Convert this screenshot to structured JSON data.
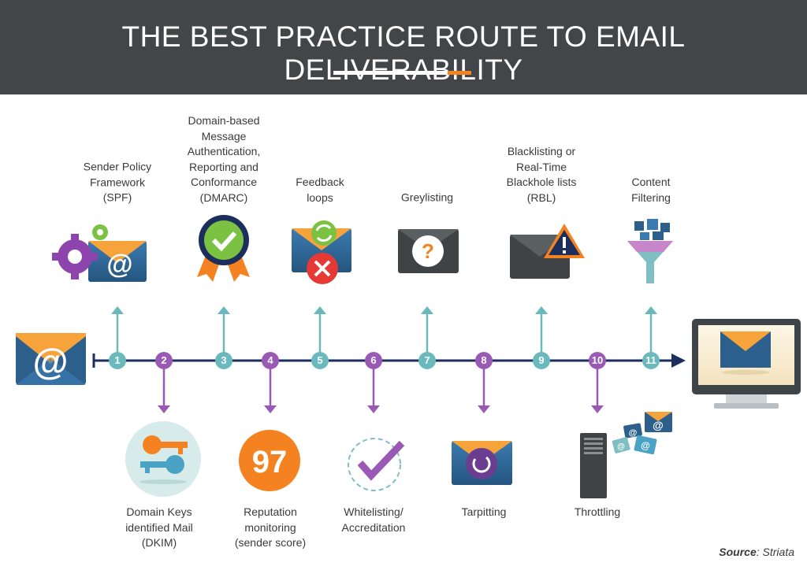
{
  "header": {
    "title": "THE BEST PRACTICE ROUTE TO EMAIL DELIVERABILITY"
  },
  "colors": {
    "header_bg": "#434649",
    "accent": "#f58220",
    "timeline": "#1c2e5c",
    "teal": "#69b9bd",
    "purple": "#9b59b6"
  },
  "steps": [
    {
      "num": "1",
      "label": "Sender Policy\nFramework\n(SPF)",
      "position": "top",
      "icon": "gears-email-icon"
    },
    {
      "num": "2",
      "label": "Domain Keys\nidentified Mail\n(DKIM)",
      "position": "bottom",
      "icon": "keys-icon"
    },
    {
      "num": "3",
      "label": "Domain-based\nMessage\nAuthentication,\nReporting and\nConformance\n(DMARC)",
      "position": "top",
      "icon": "badge-check-icon"
    },
    {
      "num": "4",
      "label": "Reputation\nmonitoring\n(sender score)",
      "position": "bottom",
      "icon": "score-97-icon",
      "score": "97"
    },
    {
      "num": "5",
      "label": "Feedback\nloops",
      "position": "top",
      "icon": "email-refresh-error-icon"
    },
    {
      "num": "6",
      "label": "Whitelisting/\nAccreditation",
      "position": "bottom",
      "icon": "checkmark-circle-icon"
    },
    {
      "num": "7",
      "label": "Greylisting",
      "position": "top",
      "icon": "email-question-icon"
    },
    {
      "num": "8",
      "label": "Tarpitting",
      "position": "bottom",
      "icon": "email-clock-icon"
    },
    {
      "num": "9",
      "label": "Blacklisting or\nReal-Time\nBlackhole lists\n(RBL)",
      "position": "top",
      "icon": "email-warning-icon"
    },
    {
      "num": "10",
      "label": "Throttling",
      "position": "bottom",
      "icon": "server-emails-icon"
    },
    {
      "num": "11",
      "label": "Content\nFiltering",
      "position": "top",
      "icon": "funnel-icon"
    }
  ],
  "source": {
    "prefix": "Source",
    "name": ": Striata"
  }
}
